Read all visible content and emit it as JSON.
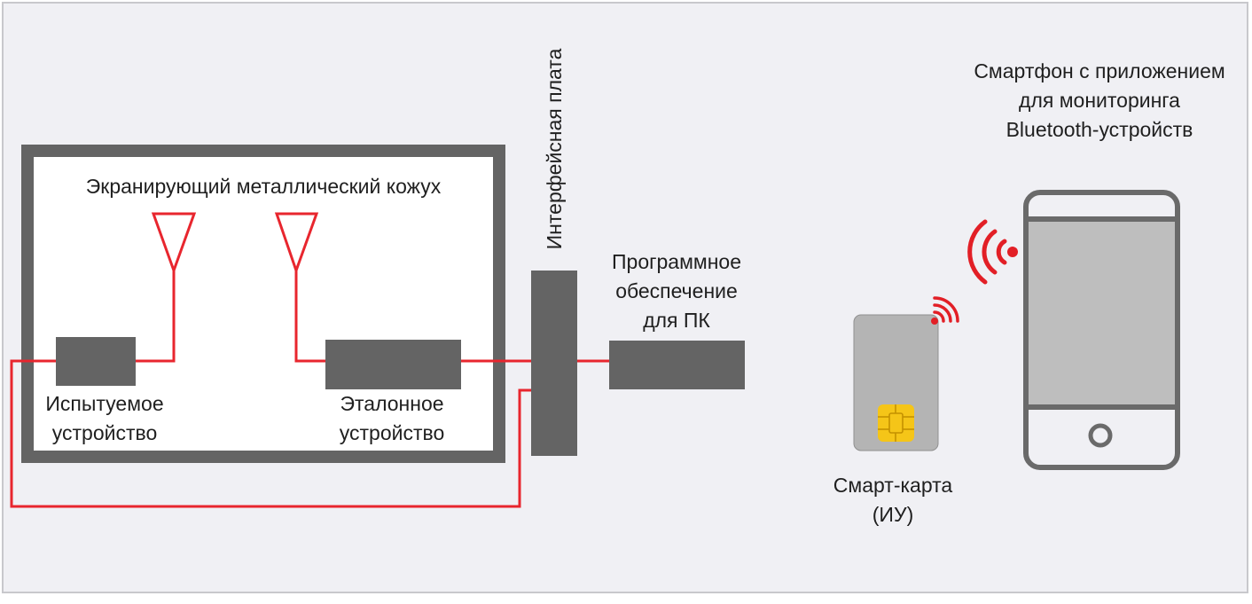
{
  "labels": {
    "shield_title": "Экранирующий металлический кожух",
    "dut_line1": "Испытуемое",
    "dut_line2": "устройство",
    "ref_line1": "Эталонное",
    "ref_line2": "устройство",
    "interface_board": "Интерфейсная плата",
    "software_line1": "Программное",
    "software_line2": "обеспечение",
    "software_line3": "для ПК",
    "card_line1": "Смарт-карта",
    "card_line2": "(ИУ)",
    "phone_line1": "Смартфон с приложением",
    "phone_line2": "для мониторинга",
    "phone_line3": "Bluetooth-устройств"
  },
  "icons": {
    "dut_antenna": "antenna-icon",
    "ref_antenna": "antenna-icon",
    "card_signal": "wireless-signal-icon",
    "phone_signal": "wireless-signal-icon",
    "chip": "sim-chip-icon"
  },
  "colors": {
    "background": "#f0f0f4",
    "frame": "#c8c8cc",
    "enclosure": "#646464",
    "block": "#646464",
    "wire": "#e8262e",
    "card_body": "#b4b4b4",
    "chip": "#f5c518",
    "phone_outline": "#6a6a6a",
    "phone_screen": "#bebebe",
    "text": "#1f1f1f"
  }
}
